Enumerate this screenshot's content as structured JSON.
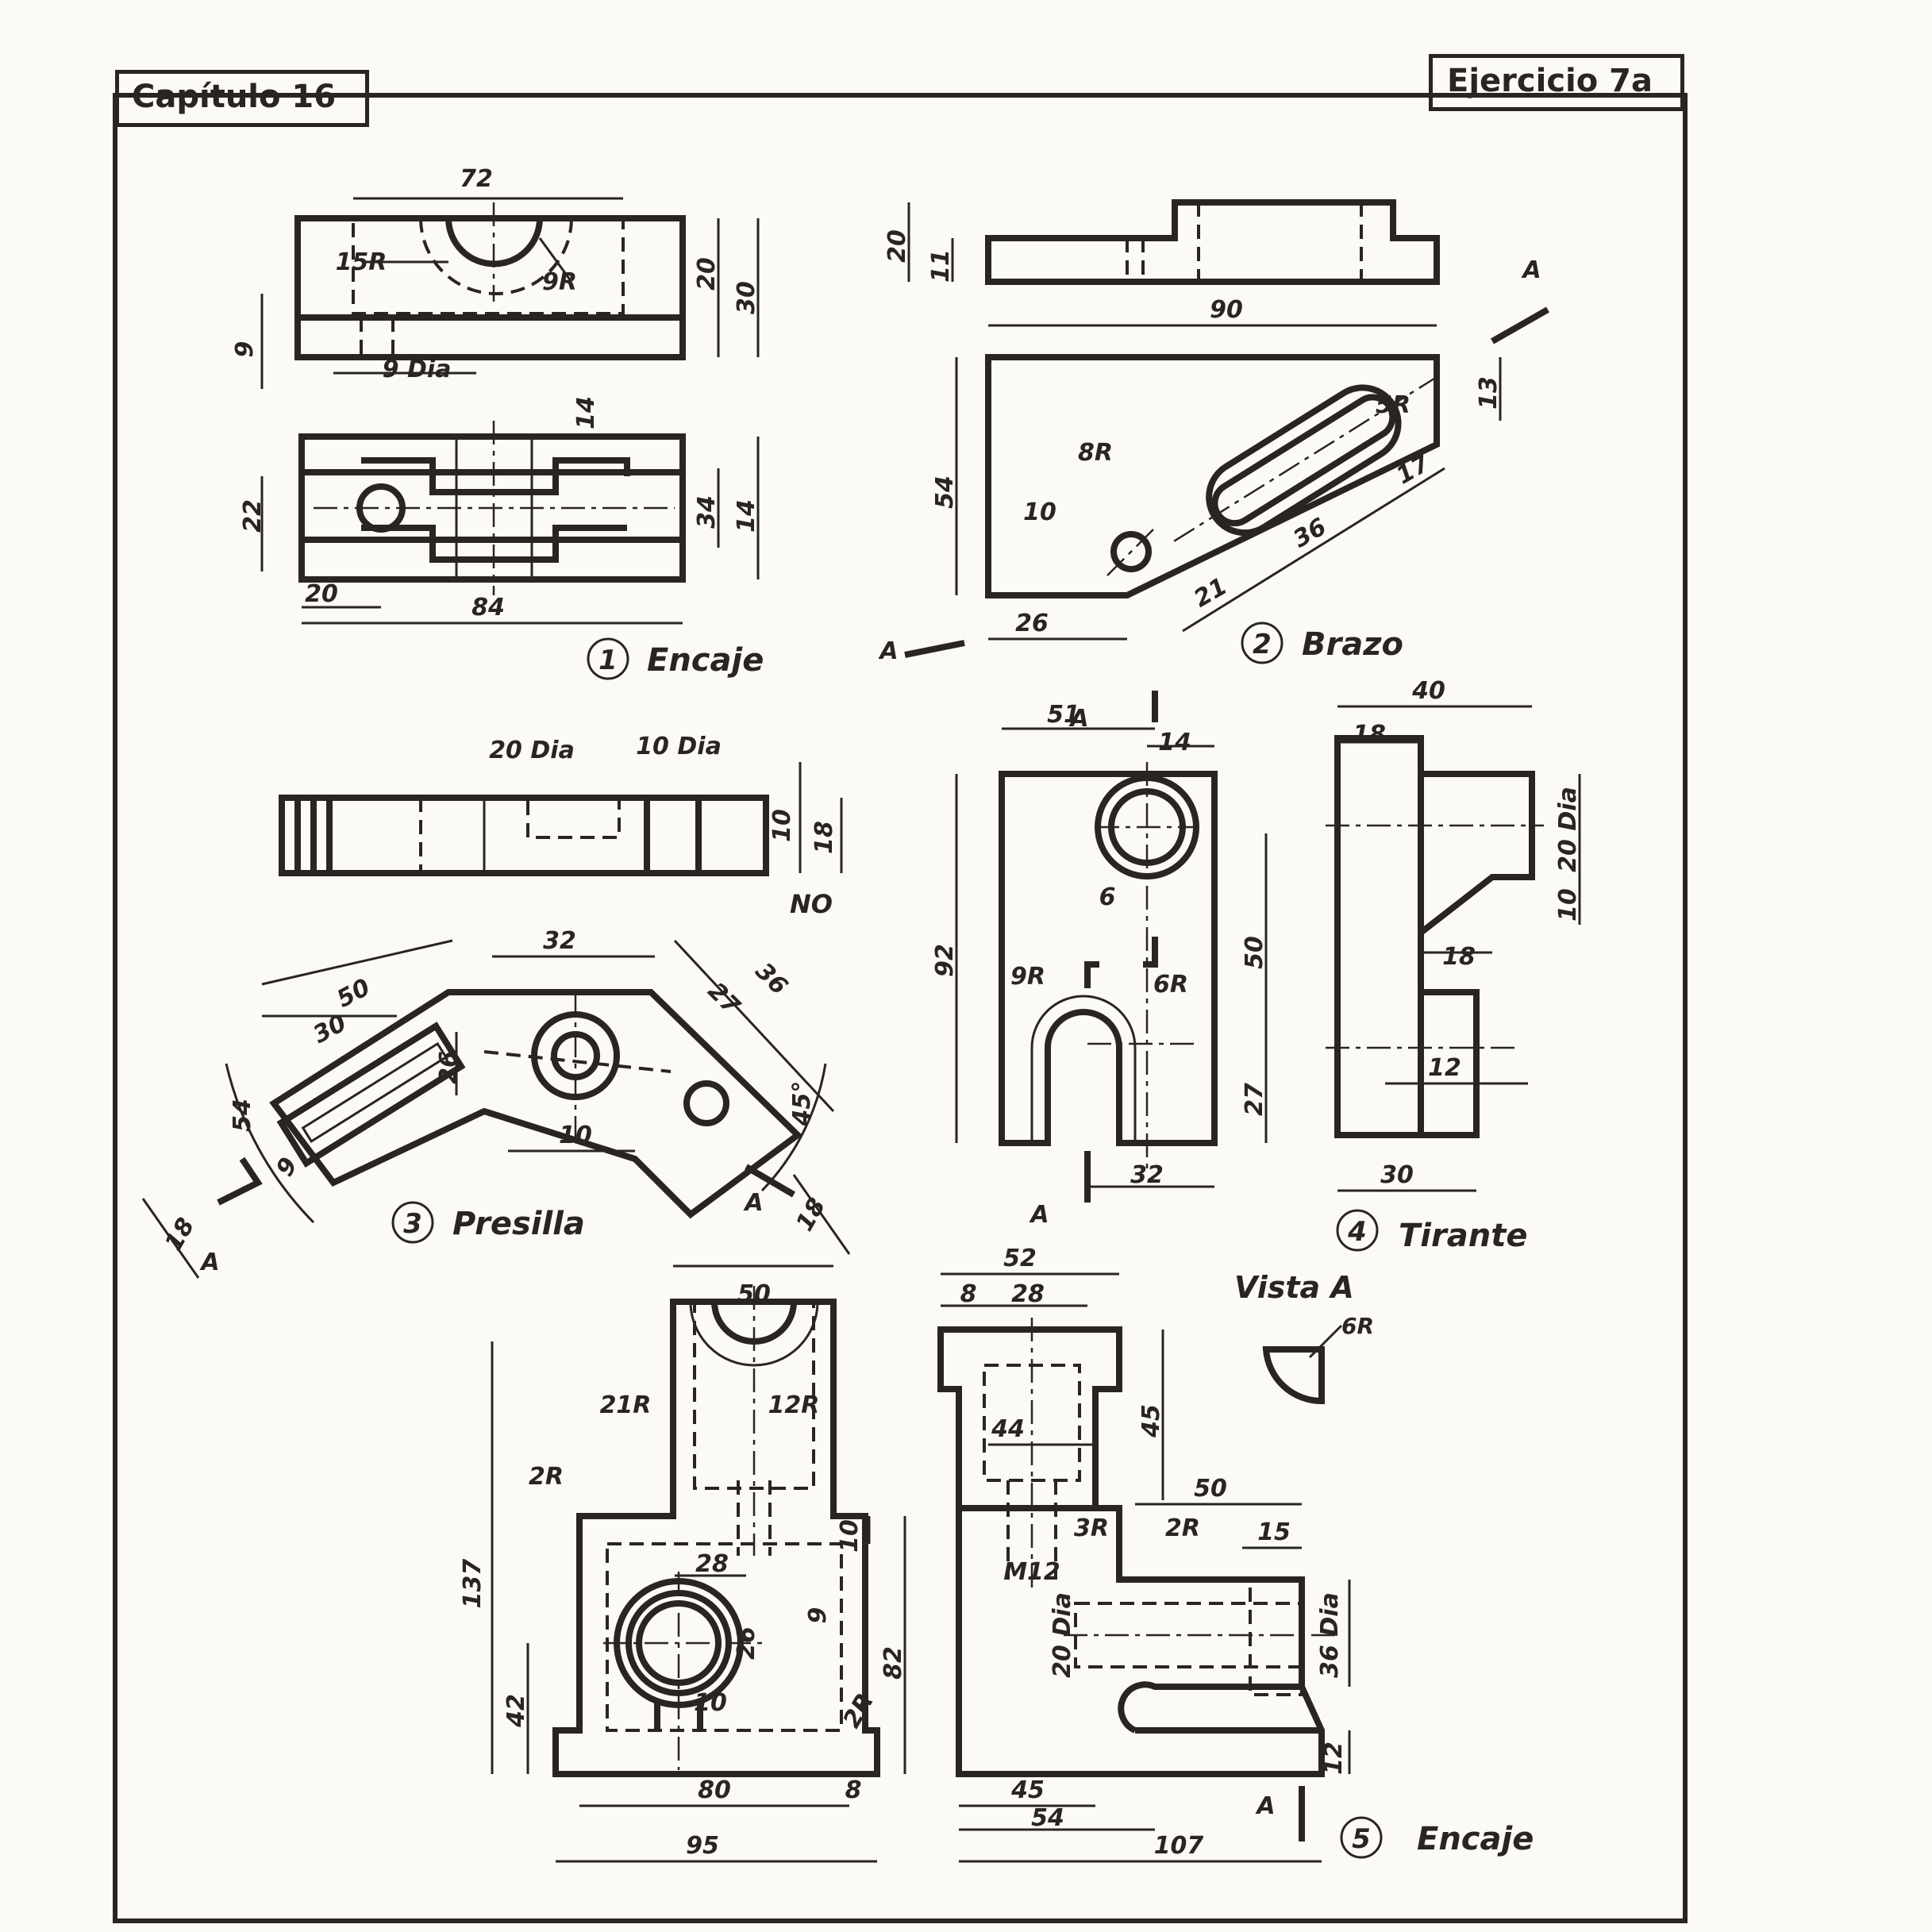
{
  "header": {
    "chapter": "Capítulo 16",
    "exercise": "Ejercicio 7a"
  },
  "figures": [
    {
      "num": "1",
      "name": "Encaje",
      "dims": [
        "72",
        "15R",
        "9R",
        "20",
        "30",
        "9",
        "9 Dia",
        "14",
        "22",
        "34",
        "14",
        "20",
        "84"
      ]
    },
    {
      "num": "2",
      "name": "Brazo",
      "dims": [
        "20",
        "11",
        "90",
        "13",
        "5R",
        "8R",
        "17",
        "54",
        "10",
        "36",
        "21",
        "26",
        "A",
        "A"
      ]
    },
    {
      "num": "3",
      "name": "Presilla",
      "dims": [
        "20 Dia",
        "10 Dia",
        "10",
        "18",
        "32",
        "36",
        "50",
        "27",
        "30",
        "26",
        "54",
        "45°",
        "10",
        "9",
        "18",
        "18",
        "A",
        "A"
      ]
    },
    {
      "num": "4",
      "name": "Tirante",
      "dims": [
        "51",
        "14",
        "40",
        "18",
        "20 Dia",
        "10",
        "6",
        "92",
        "50",
        "18",
        "9R",
        "6R",
        "12",
        "27",
        "32",
        "30",
        "A",
        "A"
      ]
    },
    {
      "num": "5",
      "name": "Encaje",
      "dims": [
        "50",
        "52",
        "8",
        "28",
        "21R",
        "12R",
        "45",
        "44",
        "2R",
        "50",
        "3R",
        "2R",
        "15",
        "137",
        "10",
        "28",
        "M12",
        "9",
        "20 Dia",
        "36 Dia",
        "26",
        "82",
        "42",
        "10",
        "2R",
        "12",
        "80",
        "8",
        "45",
        "54",
        "95",
        "107",
        "A"
      ]
    }
  ],
  "vista": {
    "title": "Vista A",
    "dim": "6R"
  },
  "annotation": "NO"
}
